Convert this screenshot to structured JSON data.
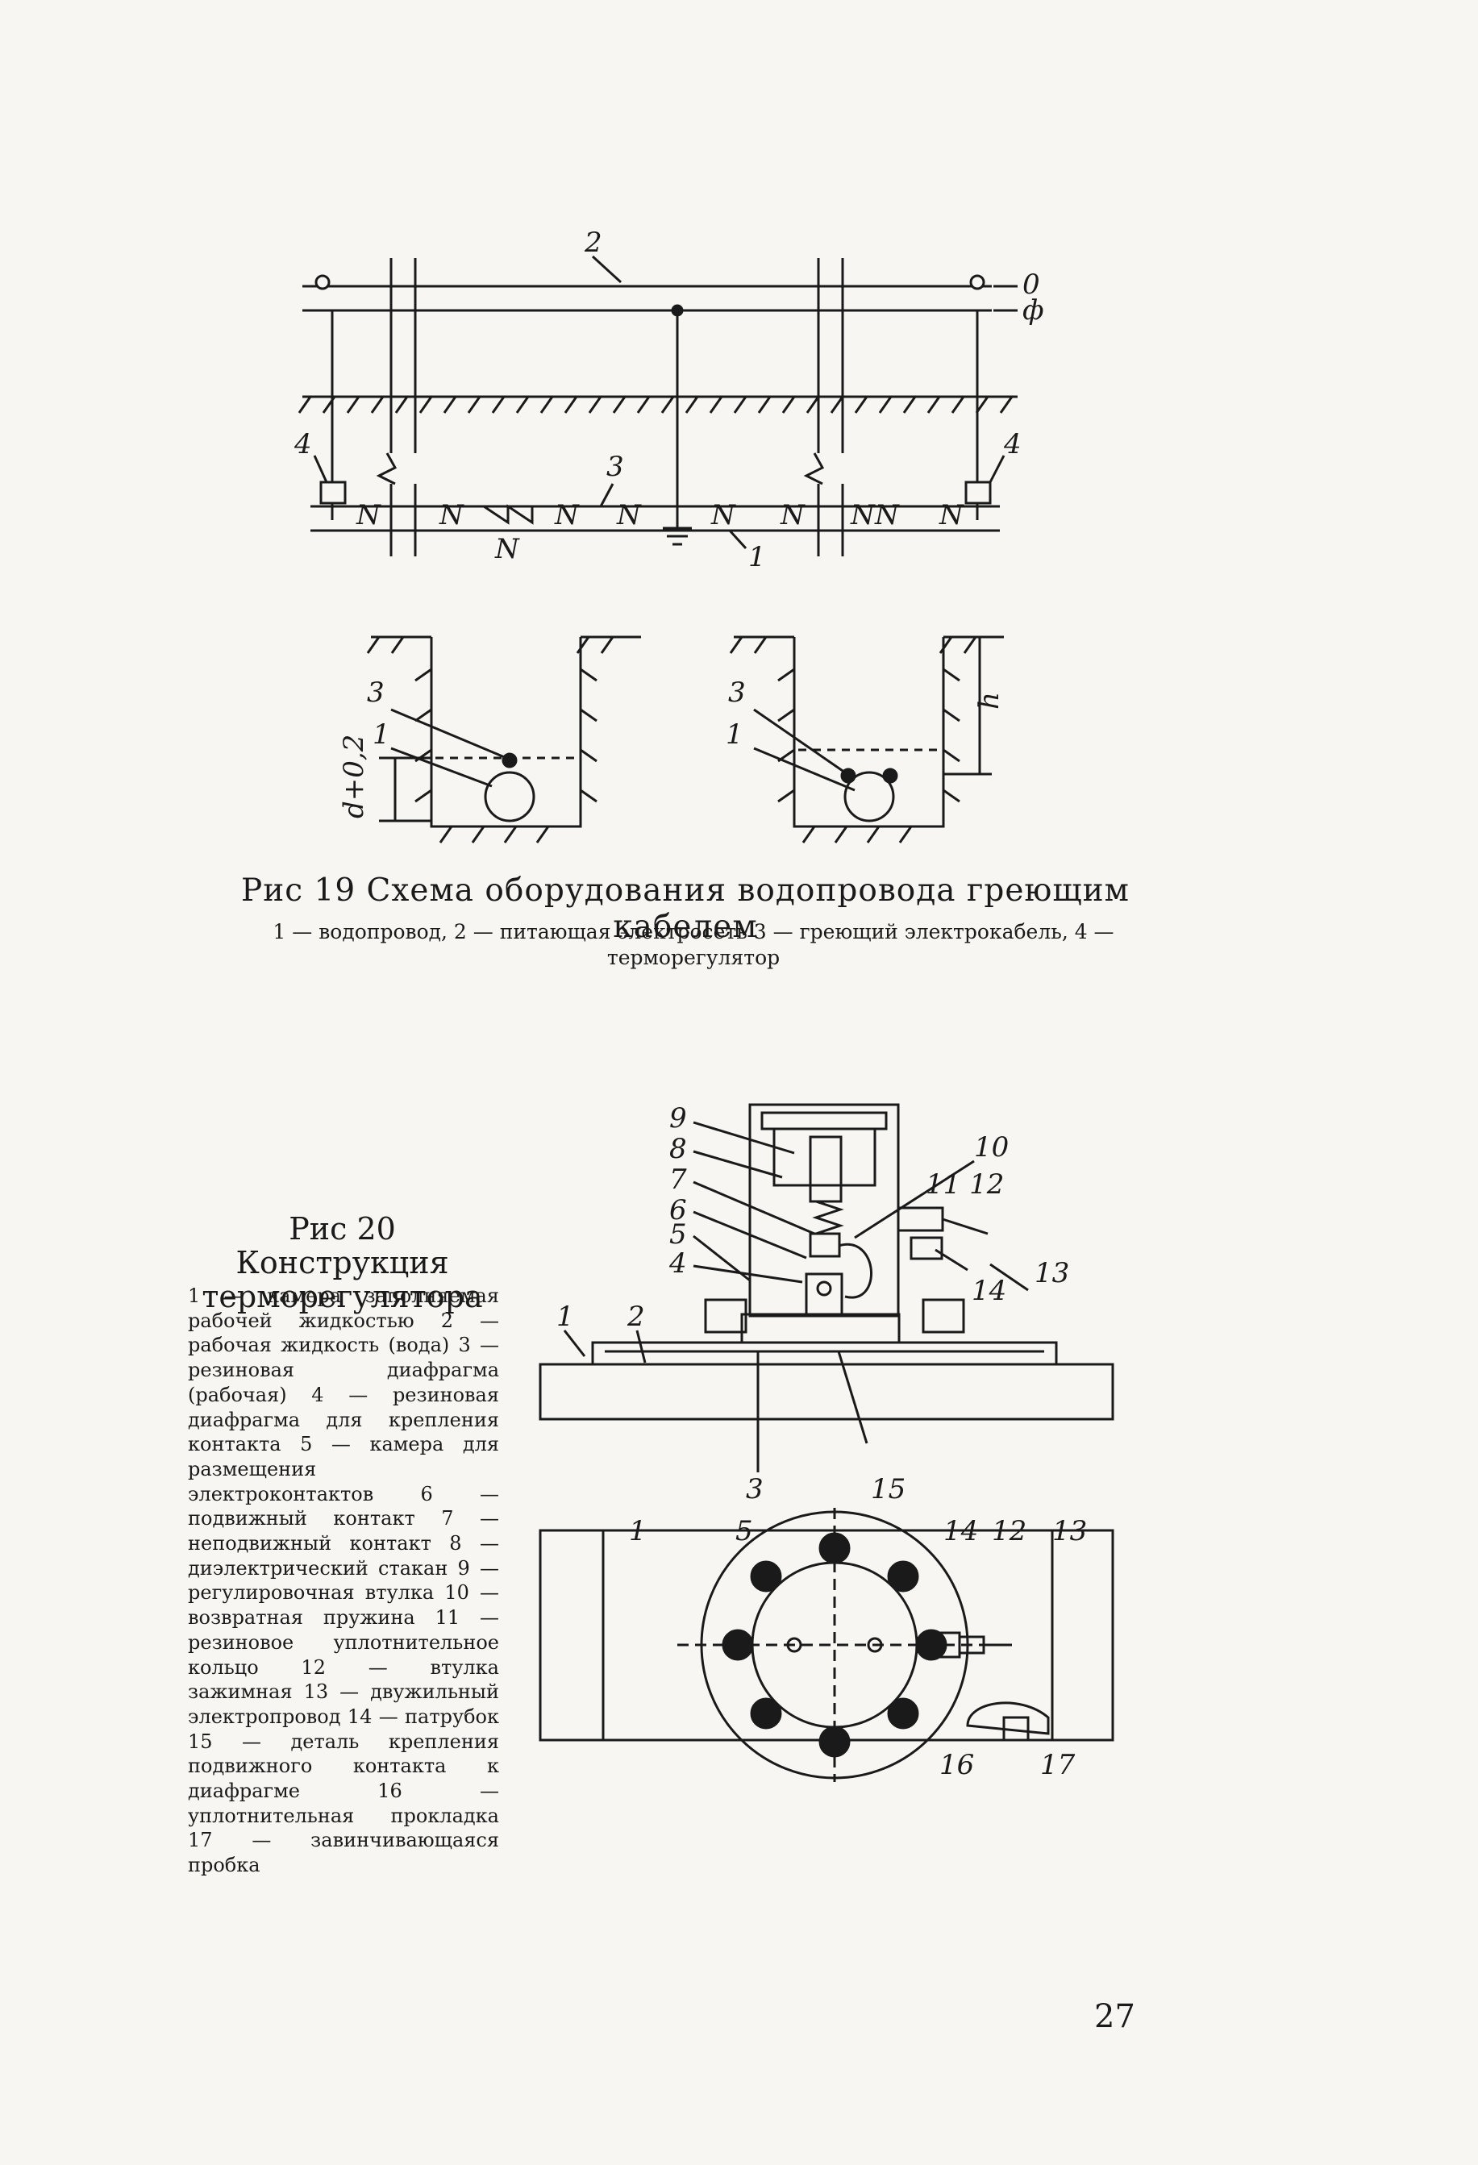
{
  "figure19": {
    "caption": "Рис 19 Схема оборудования водопровода греющим кабелем",
    "legend": "1 — водопровод, 2 — питающая электросеть 3 — греющий электрокабель, 4 — терморегулятор",
    "labels": {
      "l2": "2",
      "l0": "0",
      "lphi": "ф",
      "l3": "3",
      "l1": "1",
      "l4a": "4",
      "l4b": "4",
      "n1": "N",
      "n2": "N",
      "n3": "N",
      "n4": "N",
      "n5": "N",
      "n6": "N",
      "n7": "N",
      "n8": "N",
      "n9": "N",
      "nvalve": "N",
      "s3a": "3",
      "s1a": "1",
      "dim": "d+0,2",
      "s3b": "3",
      "s1b": "1",
      "h": "h"
    }
  },
  "figure20": {
    "caption": "Рис 20 Конструкция терморегулятора",
    "legend": "1 — камера заполняемая рабочей жидкостью 2 — рабочая жидкость (вода) 3 — резиновая диафрагма (рабочая) 4 — резиновая диафрагма для крепления контакта 5 — камера для размещения электроконтактов 6 — подвижный контакт 7 — неподвижный контакт 8 — диэлектрический стакан 9 — регулировочная втулка 10 — возвратная пружина 11 — резиновое уплотнительное кольцо 12 — втулка зажимная 13 — двужильный электропровод 14 — патрубок 15 — деталь крепления подвижного контакта к диафрагме 16 — уплотнительная прокладка 17 — завинчивающаяся пробка",
    "labels": {
      "c9": "9",
      "c8": "8",
      "c7": "7",
      "c6": "6",
      "c5": "5",
      "c4": "4",
      "c1": "1",
      "c2": "2",
      "c10": "10",
      "c11_12": "11 12",
      "c13": "13",
      "c14": "14",
      "c3": "3",
      "c15": "15",
      "p1": "1",
      "p5": "5",
      "p14": "14",
      "p12": "12",
      "p13": "13",
      "p16": "16",
      "p17": "17"
    }
  },
  "page_number": "27"
}
